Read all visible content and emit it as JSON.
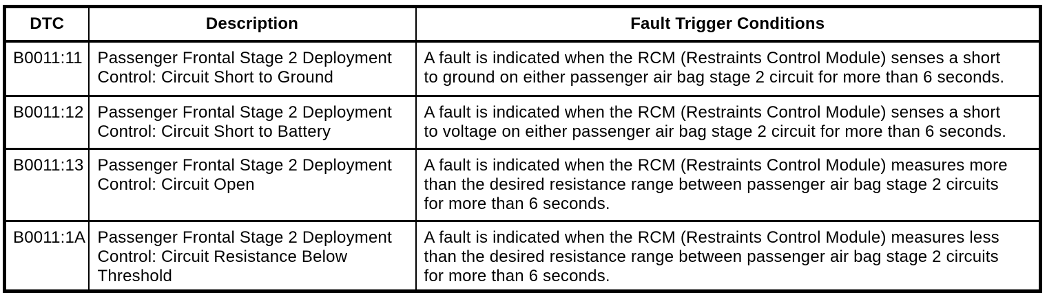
{
  "table": {
    "header": {
      "dtc": "DTC",
      "description": "Description",
      "fault": "Fault Trigger Conditions"
    },
    "rows": [
      {
        "dtc": "B0011:11",
        "description": "Passenger Frontal Stage 2 Deployment Control: Circuit Short to Ground",
        "fault": "A fault is indicated when the RCM (Restraints Control Module) senses a short to ground on either passenger air bag stage 2 circuit for more than 6 seconds."
      },
      {
        "dtc": "B0011:12",
        "description": "Passenger Frontal Stage 2 Deployment Control: Circuit Short to Battery",
        "fault": "A fault is indicated when the RCM (Restraints Control Module) senses a short to voltage on either passenger air bag stage 2 circuit for more than 6 seconds."
      },
      {
        "dtc": "B0011:13",
        "description": "Passenger Frontal Stage 2 Deployment Control: Circuit Open",
        "fault": "A fault is indicated when the RCM (Restraints Control Module) measures more than the desired resistance range between passenger air bag stage 2 circuits for more than 6 seconds."
      },
      {
        "dtc": "B0011:1A",
        "description": "Passenger Frontal Stage 2 Deployment Control: Circuit Resistance Below Threshold",
        "fault": "A fault is indicated when the RCM (Restraints Control Module) measures less than the desired resistance range between passenger air bag stage 2 circuits for more than 6 seconds."
      }
    ]
  }
}
